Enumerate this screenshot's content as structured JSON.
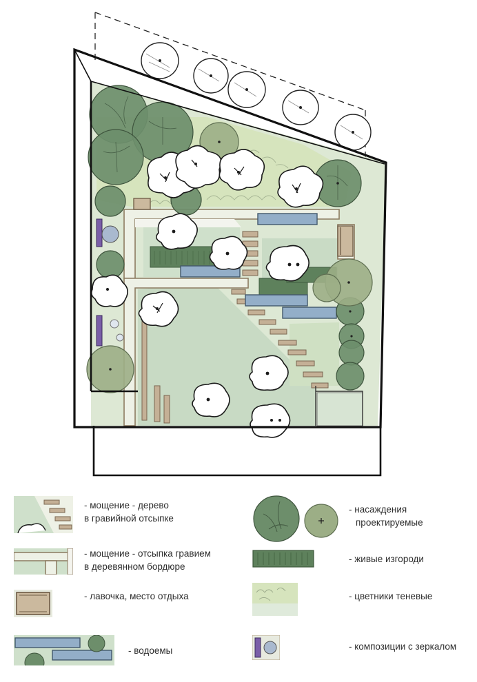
{
  "legend": {
    "paving_wood": {
      "line1": "- мощение - дерево",
      "line2": "в гравийной отсыпке"
    },
    "paving_gravel": {
      "line1": "- мощение - отсыпка гравием",
      "line2": "в деревянном бордюре"
    },
    "bench": {
      "line1": "- лавочка, место отдыха"
    },
    "ponds": {
      "line1": "- водоемы"
    },
    "trees": {
      "line1": "- насаждения",
      "line2": "проектируемые"
    },
    "hedges": {
      "line1": "- живые изгороди"
    },
    "flowerbeds": {
      "line1": "- цветники теневые"
    },
    "mirror": {
      "line1": "- композиции с зеркалом"
    }
  },
  "colors": {
    "lawn": "#c9dbc6",
    "shade_bed": "#d9e6c3",
    "tree_dark": "#6f8f6d",
    "tree_light": "#9cae86",
    "hedge": "#5c7f5a",
    "water": "#93aec8",
    "wood": "#b29b7c",
    "mirror": "#7a5ea8",
    "outline": "#151515"
  }
}
